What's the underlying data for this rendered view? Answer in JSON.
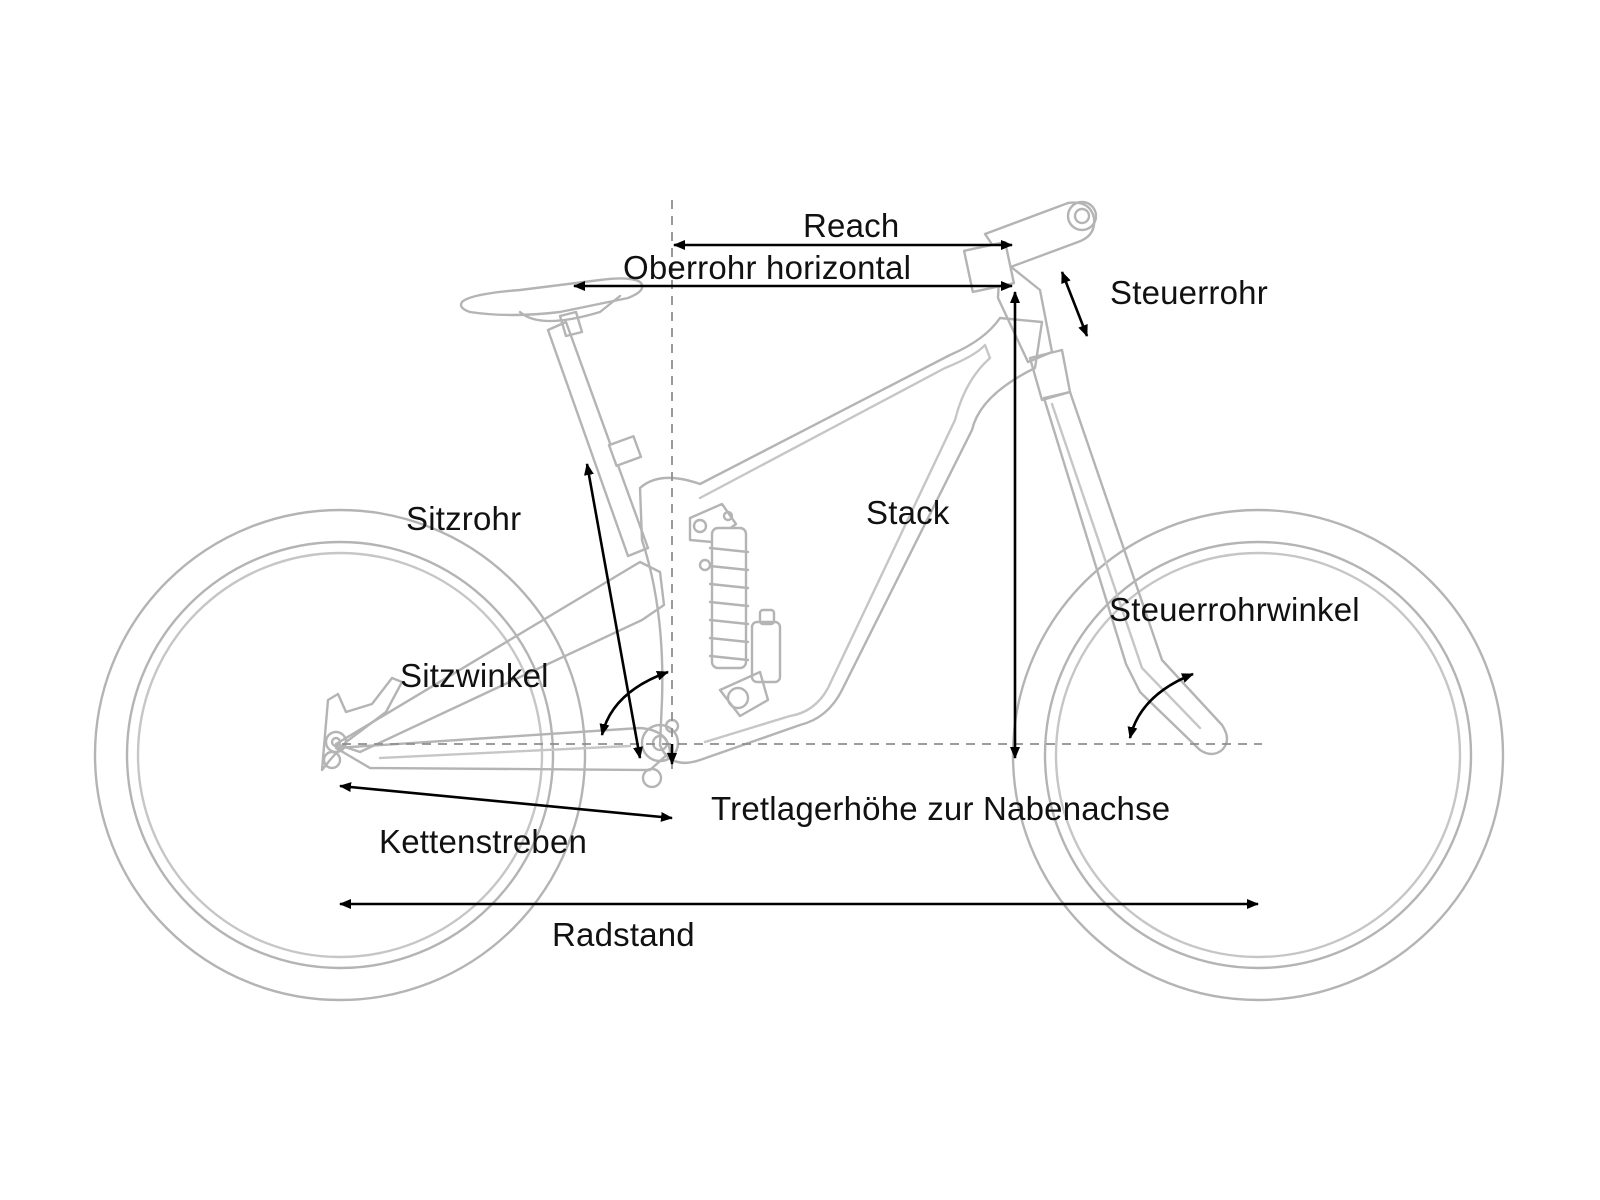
{
  "labels": {
    "reach": "Reach",
    "top_tube_horizontal": "Oberrohr horizontal",
    "head_tube": "Steuerrohr",
    "seat_tube": "Sitzrohr",
    "stack": "Stack",
    "head_tube_angle": "Steuerrohrwinkel",
    "seat_angle": "Sitzwinkel",
    "bb_height": "Tretlagerhöhe zur Nabenachse",
    "chainstays": "Kettenstreben",
    "wheelbase": "Radstand"
  },
  "colors": {
    "bike_outline": "#b4b4b4",
    "dimension_arrows": "#000000",
    "reference_lines": "#8e8e8e",
    "text": "#111111",
    "background": "#ffffff"
  }
}
